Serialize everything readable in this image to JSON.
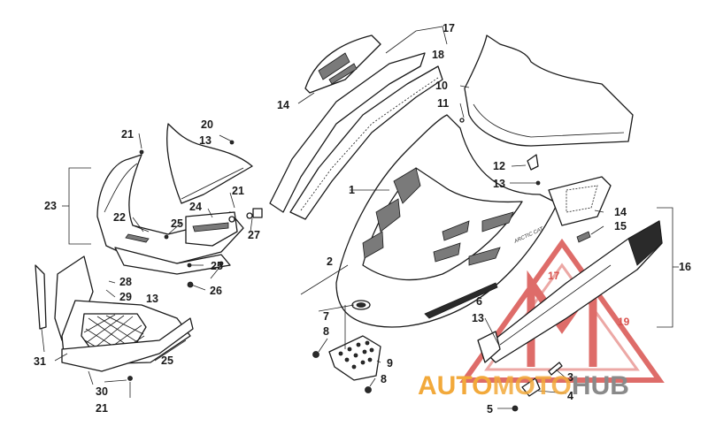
{
  "callouts": {
    "c1": "1",
    "c2": "2",
    "c3": "3",
    "c4": "4",
    "c5": "5",
    "c6": "6",
    "c7": "7",
    "c8a": "8",
    "c8b": "8",
    "c9": "9",
    "c10": "10",
    "c11": "11",
    "c12": "12",
    "c13a": "13",
    "c13b": "13",
    "c13c": "13",
    "c13d": "13",
    "c14a": "14",
    "c14b": "14",
    "c15": "15",
    "c16": "16",
    "c17": "17",
    "c18": "18",
    "c20": "20",
    "c21a": "21",
    "c21b": "21",
    "c21c": "21",
    "c22": "22",
    "c23": "23",
    "c24": "24",
    "c25a": "25",
    "c25b": "25",
    "c25c": "25",
    "c26": "26",
    "c27": "27",
    "c28": "28",
    "c29": "29",
    "c30": "30",
    "c31": "31"
  },
  "decal_text": "ARCTIC CAT",
  "watermark": {
    "brand_left": "AUTO",
    "brand_mid": "MOTO",
    "brand_right": "HUB",
    "red_17": "17",
    "red_19": "19",
    "color_orange": "#f2a93b",
    "color_red": "#d9534f",
    "color_gray": "#8a8a8a"
  }
}
